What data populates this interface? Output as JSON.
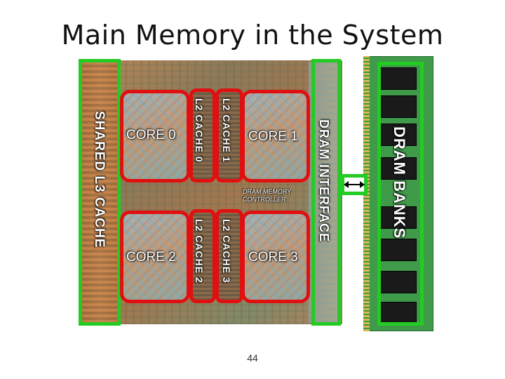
{
  "slide": {
    "title": "Main Memory in the System",
    "page_number": "44"
  },
  "diagram": {
    "cores": [
      "CORE 0",
      "CORE 1",
      "CORE 2",
      "CORE 3"
    ],
    "l2_caches": [
      "L2 CACHE 0",
      "L2 CACHE 1",
      "L2 CACHE 2",
      "L2 CACHE 3"
    ],
    "l3_cache": "SHARED L3 CACHE",
    "dram_interface": "DRAM INTERFACE",
    "memory_controller": "DRAM MEMORY CONTROLLER",
    "dram_banks": "DRAM BANKS"
  },
  "colors": {
    "highlight_green": "#22cc22",
    "highlight_red": "#e01010"
  }
}
